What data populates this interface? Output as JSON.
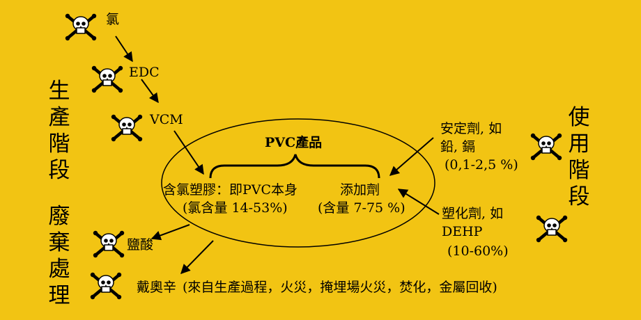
{
  "stages": {
    "production": "生產階段",
    "usage": "使用階段",
    "disposal": "廢棄處理"
  },
  "chain": {
    "chlorine": "氯",
    "edc": "EDC",
    "vcm": "VCM"
  },
  "product": {
    "title": "PVC產品",
    "chlorine_plastic": "含氯塑膠：即PVC本身",
    "chlorine_content": "(氯含量 14-53%)",
    "additives": "添加劑",
    "additive_content": "(含量 7-75 %)"
  },
  "stabilizer": {
    "line1": "安定劑, 如",
    "line2": "鉛, 鎘",
    "line3": "(0,1-2,5 %)"
  },
  "plasticizer": {
    "line1": "塑化劑, 如",
    "line2": "DEHP",
    "line3": "(10-60%)"
  },
  "disposal_outputs": {
    "hcl": "鹽酸",
    "dioxin": "戴奧辛",
    "dioxin_sources": "(來自生產過程，火災，掩埋場火災，焚化，金屬回收)"
  },
  "colors": {
    "background": "#F2C413",
    "ink": "#000000"
  }
}
